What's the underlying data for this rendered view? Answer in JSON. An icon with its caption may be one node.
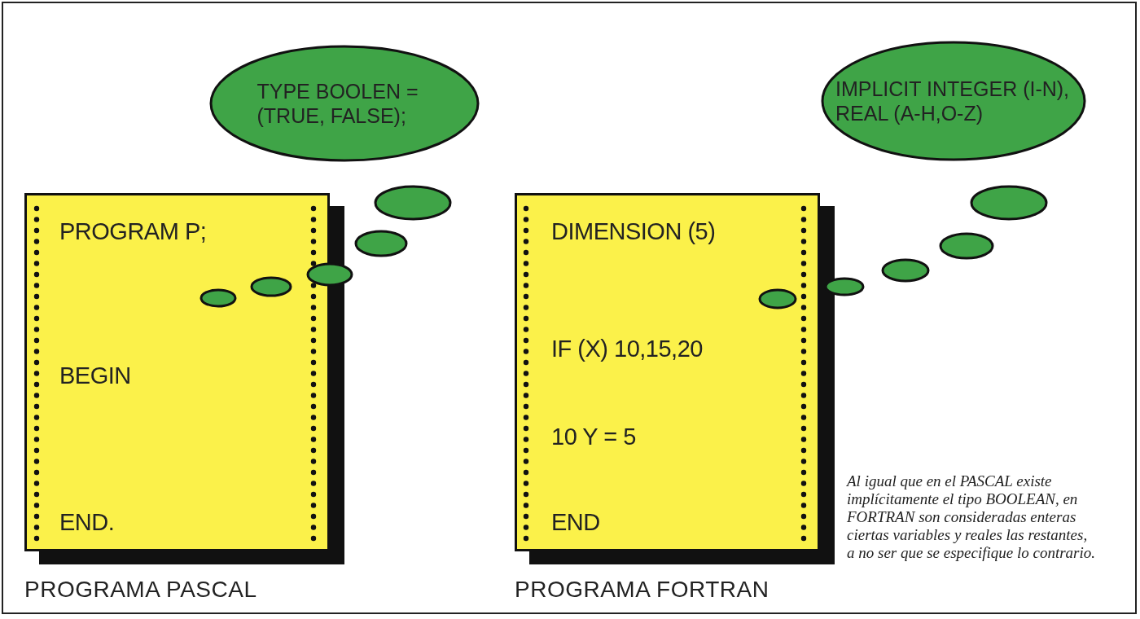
{
  "diagram": {
    "nodes": [
      {
        "text": [
          "PROGRAM P;",
          "BEGIN",
          "END."
        ],
        "beside": [
          "PROGRAMA PASCAL"
        ]
      },
      {
        "text": [
          "TYPE BOOLEN = (TRUE, FALSE);"
        ]
      },
      {
        "text": [
          "DIMENSION (5)",
          "IF (X) 10,15,20",
          "10 Y = 5",
          "END"
        ],
        "beside": [
          "PROGRAMA FORTRAN"
        ]
      },
      {
        "text": [
          "IMPLICIT INTEGER (I-N), REAL (A-H,O-Z)"
        ]
      }
    ],
    "labels": [
      "Al igual que en el PASCAL existe implícitamente el tipo BOOLEAN, en FORTRAN son consideradas enteras ciertas variables y reales las restantes, a no ser que se especifique lo contrario."
    ]
  }
}
